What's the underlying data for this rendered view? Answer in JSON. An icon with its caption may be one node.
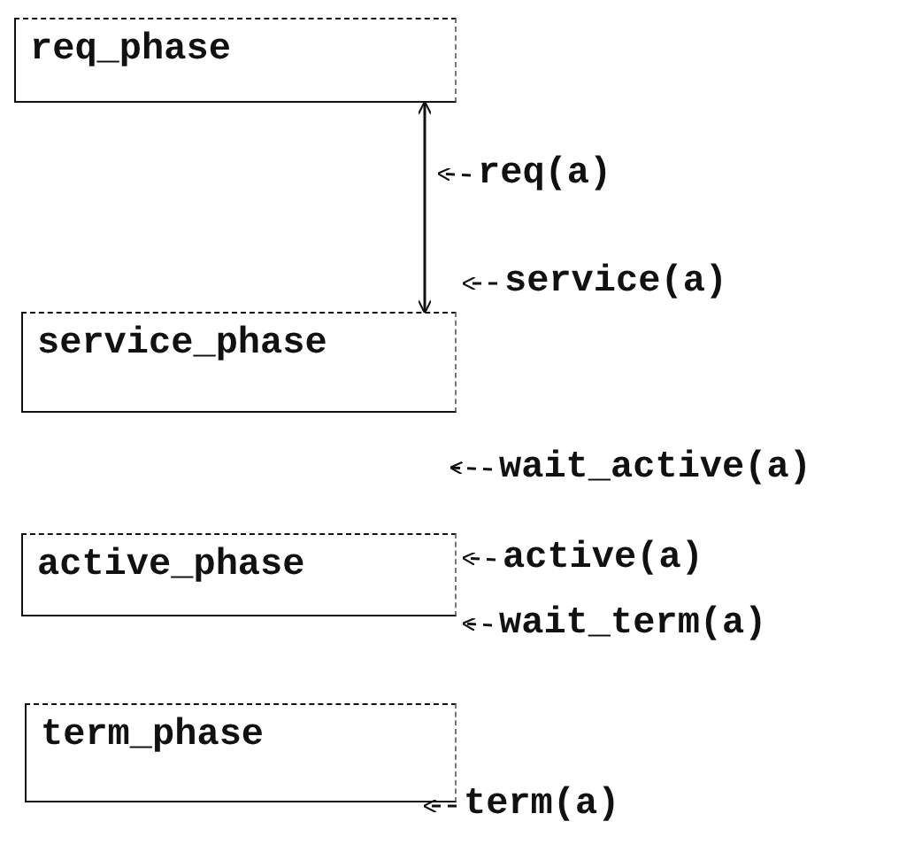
{
  "diagram": {
    "nodes": [
      {
        "text": [
          "req_phase"
        ]
      },
      {
        "text": [
          "service_phase"
        ]
      },
      {
        "text": [
          "active_phase"
        ]
      },
      {
        "text": [
          "term_phase"
        ]
      },
      {
        "text": [
          "req(a)"
        ]
      },
      {
        "text": [
          "service(a)"
        ]
      },
      {
        "text": [
          "wait_active(a)"
        ]
      },
      {
        "text": [
          "active(a)"
        ]
      },
      {
        "text": [
          "wait_term(a)"
        ]
      },
      {
        "text": [
          "term(a)"
        ]
      }
    ],
    "edges": [
      {
        "from": 0,
        "to": 1,
        "arrow": "both"
      },
      {
        "from": 4,
        "to": null,
        "arrow": "to",
        "style": "dashed"
      },
      {
        "from": 5,
        "to": null,
        "arrow": "to",
        "style": "dashed"
      },
      {
        "from": 6,
        "to": null,
        "arrow": "to",
        "style": "dashed"
      },
      {
        "from": 7,
        "to": null,
        "arrow": "to",
        "style": "dashed"
      },
      {
        "from": 8,
        "to": null,
        "arrow": "to",
        "style": "dashed"
      },
      {
        "from": 9,
        "to": null,
        "arrow": "to",
        "style": "dashed"
      }
    ]
  }
}
